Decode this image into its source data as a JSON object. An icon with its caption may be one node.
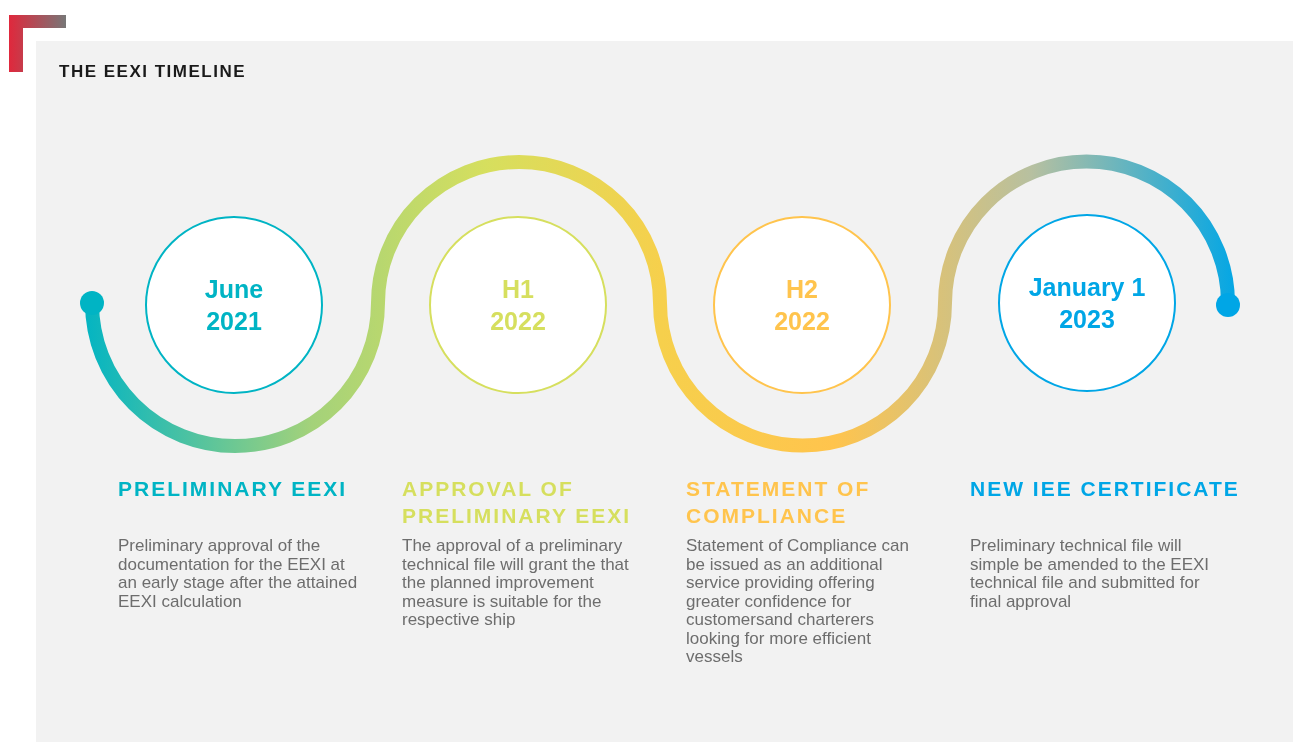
{
  "diagram": {
    "title": "THE EEXI TIMELINE",
    "nodes": [
      {
        "text": [
          "June 2021"
        ],
        "beside": [
          "PRELIMINARY EEXI",
          "Preliminary approval of the documentation for the EEXI at an early stage after the attained EEXI calculation"
        ]
      },
      {
        "text": [
          "H1 2022"
        ],
        "beside": [
          "APPROVAL OF PRELIMINARY EEXI",
          "The approval of a preliminary technical file will grant the that the planned improvement measure is suitable for the respective ship"
        ]
      },
      {
        "text": [
          "H2 2022"
        ],
        "beside": [
          "STATEMENT OF COMPLIANCE",
          "Statement of Compliance can be issued as an additional service providing offering greater confidence for customersand charterers looking for more efficient vessels"
        ]
      },
      {
        "text": [
          "January 1 2023"
        ],
        "beside": [
          "NEW IEE CERTIFICATE",
          "Preliminary technical file will simple be amended to the EEXI technical file and submitted for final approval"
        ]
      }
    ]
  }
}
